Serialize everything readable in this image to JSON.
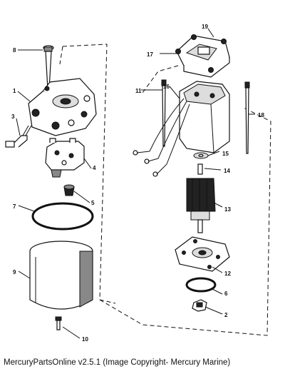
{
  "caption": "MercuryPartsOnline v2.5.1 (Image Copyright- Mercury Marine)",
  "callouts": {
    "p1": "1",
    "p2": "2",
    "p3": "3",
    "p4": "4",
    "p5": "5",
    "p6": "6",
    "p7": "7",
    "p8": "8",
    "p9": "9",
    "p10": "10",
    "p11": "11",
    "p12": "12",
    "p13": "13",
    "p14": "14",
    "p15": "15",
    "p16": "16",
    "p17": "17",
    "p18": "18",
    "p19": "19"
  }
}
